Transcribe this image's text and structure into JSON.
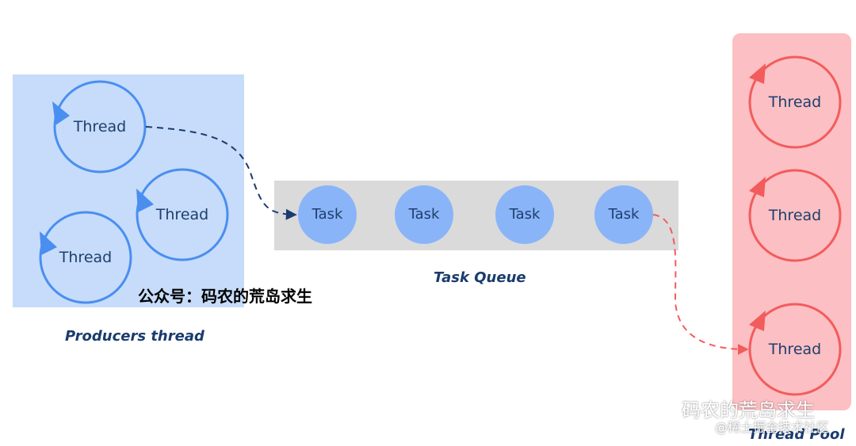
{
  "producers": {
    "caption": "Producers thread",
    "threads": [
      "Thread",
      "Thread",
      "Thread"
    ],
    "color": "#4a8ef0",
    "background": "#c6dcfa"
  },
  "queue": {
    "caption": "Task Queue",
    "tasks": [
      "Task",
      "Task",
      "Task",
      "Task"
    ],
    "task_color": "#8ab4f8",
    "background": "#dadada"
  },
  "pool": {
    "caption": "Thread Pool",
    "threads": [
      "Thread",
      "Thread",
      "Thread"
    ],
    "color": "#f25c5c",
    "background": "#fcbfc3"
  },
  "overlay_text": "公众号：码农的荒岛求生",
  "watermark": {
    "main": "码农的荒岛求生",
    "sub": "@稀土掘金技术社区",
    "icon": "wechat-icon"
  }
}
